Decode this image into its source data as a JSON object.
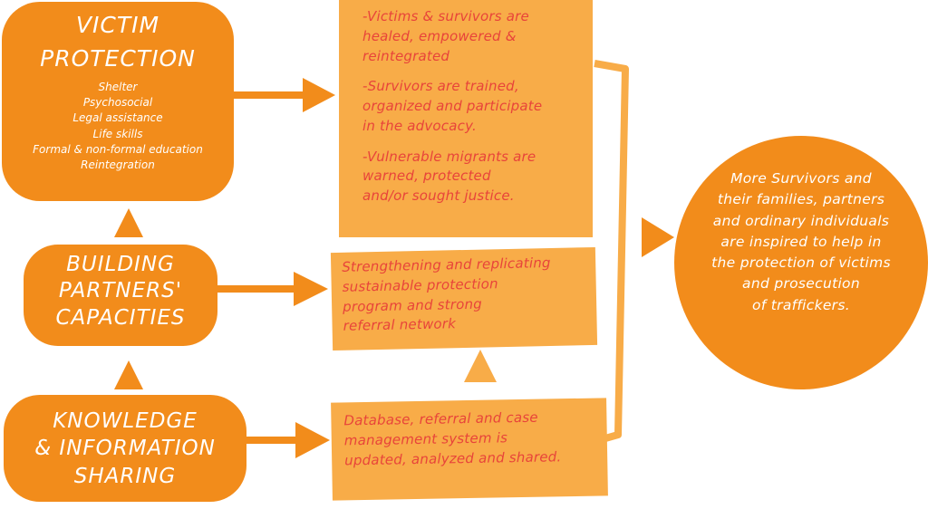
{
  "colors": {
    "dark_orange": "#f28c1b",
    "light_orange": "#f8ac48",
    "outcome_text": "#e8443a",
    "white_text": "#ffffff"
  },
  "victim_protection": {
    "title_lines": [
      "VICTIM",
      "PROTECTION"
    ],
    "items": [
      "Shelter",
      "Psychosocial",
      "Legal assistance",
      "Life skills",
      "Formal & non-formal education",
      "Reintegration"
    ]
  },
  "building_capacities": {
    "title_lines": [
      "BUILDING",
      "PARTNERS'",
      "CAPACITIES"
    ]
  },
  "knowledge_sharing": {
    "title_lines": [
      "KNOWLEDGE",
      "& INFORMATION",
      "SHARING"
    ]
  },
  "outcomes_top": [
    [
      "-Victims & survivors are",
      "healed, empowered &",
      "reintegrated"
    ],
    [
      "-Survivors are trained,",
      "organized and participate",
      "in the advocacy."
    ],
    [
      "-Vulnerable migrants are",
      "warned, protected",
      "and/or sought justice."
    ]
  ],
  "outcome_mid": [
    "Strengthening and replicating",
    "sustainable protection",
    "program and strong",
    "referral network"
  ],
  "outcome_bottom": [
    "Database, referral and case",
    "management system is",
    "updated, analyzed and shared."
  ],
  "goal": [
    "More Survivors and",
    "their families, partners",
    "and ordinary individuals",
    "are inspired to help in",
    "the protection of victims",
    "and prosecution",
    "of traffickers."
  ]
}
